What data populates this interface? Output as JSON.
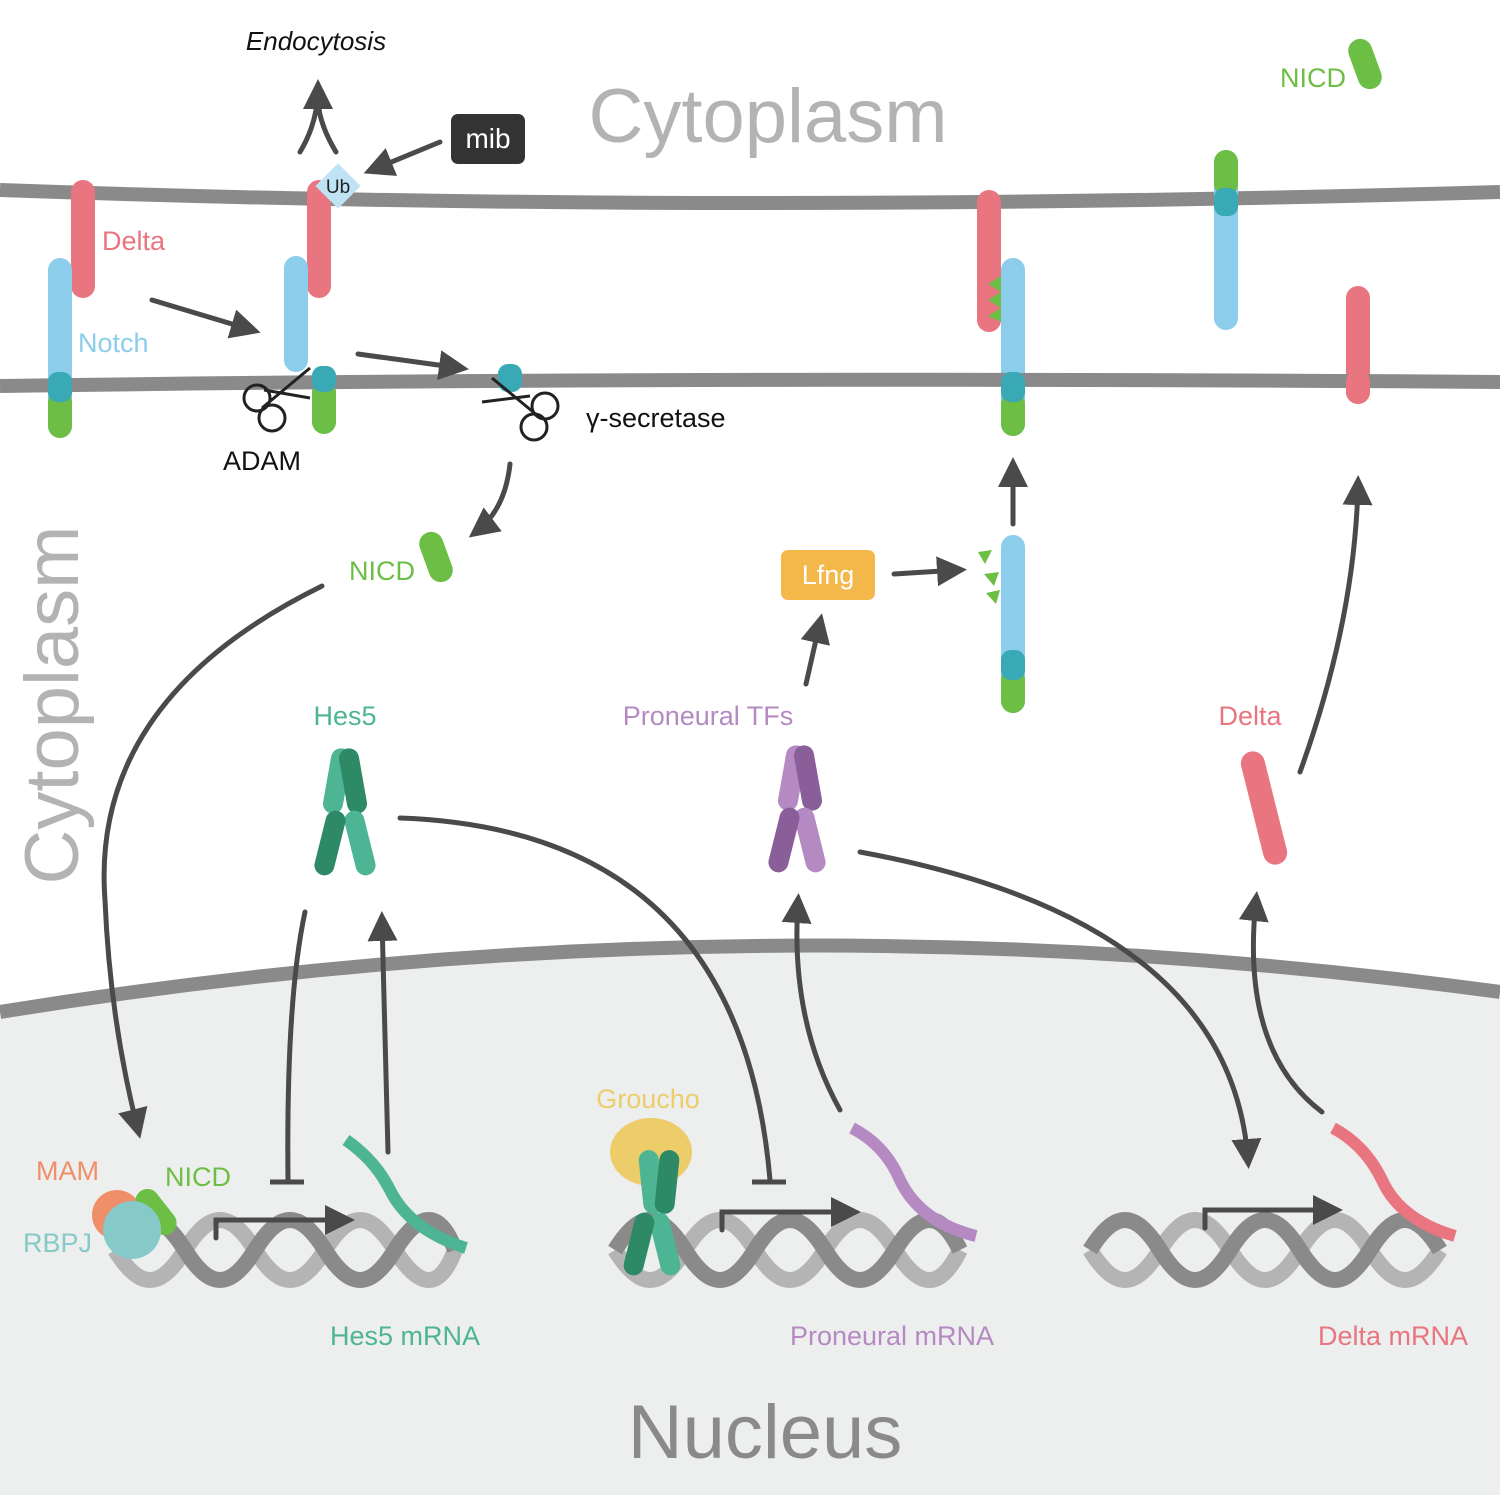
{
  "regions": {
    "cytoplasm_top": "Cytoplasm",
    "cytoplasm_side": "Cytoplasm",
    "nucleus": "Nucleus"
  },
  "labels": {
    "endocytosis": "Endocytosis",
    "mib": "mib",
    "ub": "Ub",
    "delta_membrane": "Delta",
    "notch": "Notch",
    "adam": "ADAM",
    "gamma_secretase": "γ-secretase",
    "nicd_top": "NICD",
    "nicd_mid": "NICD",
    "lfng": "Lfng",
    "hes5": "Hes5",
    "proneural_tfs": "Proneural TFs",
    "delta_protein": "Delta",
    "groucho": "Groucho",
    "mam": "MAM",
    "nicd_nucleus": "NICD",
    "rbpj": "RBPJ",
    "hes5_mrna": "Hes5 mRNA",
    "proneural_mrna": "Proneural mRNA",
    "delta_mrna": "Delta mRNA"
  },
  "colors": {
    "delta": "#e8757f",
    "notch": "#8dcdec",
    "notch_tm": "#3aa9b6",
    "nicd": "#6cbe45",
    "hes5_light": "#4db594",
    "hes5_dark": "#2e8a66",
    "proneural_light": "#b58ac2",
    "proneural_dark": "#8a5f99",
    "lfng": "#f4b74a",
    "groucho": "#edcc6a",
    "mam": "#ee8f6a",
    "rbpj": "#86c9c9",
    "mib": "#333333",
    "ub": "#bfe3f5",
    "membrane": "#8a8a8a",
    "nucleus_fill": "#edefee",
    "region_text": "#b3b3b3",
    "nucleus_text": "#8a8a8a",
    "arrow": "#4a4a4a"
  }
}
